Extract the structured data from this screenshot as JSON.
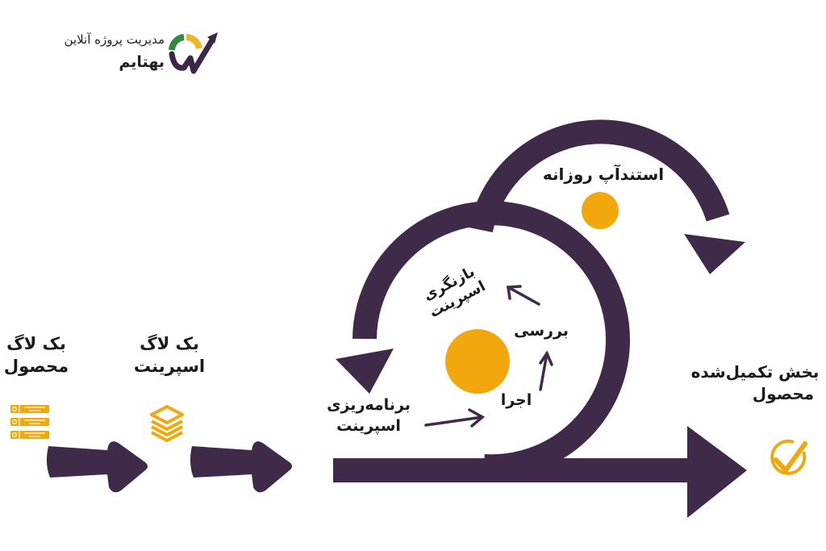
{
  "brand": {
    "subtitle": "مدیریت پروژه آنلاین",
    "name": "بهتایم",
    "logo_colors": {
      "green": "#2e8b3e",
      "yellow": "#f0b429",
      "purple": "#3d2746"
    }
  },
  "colors": {
    "arrow": "#3f2a4a",
    "accent": "#f2a70d",
    "text": "#1a1a1a",
    "background": "#ffffff"
  },
  "stages": {
    "product_backlog": {
      "line1": "بک لاگ",
      "line2": "محصول",
      "icon": "list-icon"
    },
    "sprint_backlog": {
      "line1": "بک لاگ",
      "line2": "اسپرینت",
      "icon": "layers-icon"
    },
    "sprint_planning": {
      "line1": "برنامه‌ریزی",
      "line2": "اسپرینت"
    },
    "execution": {
      "label": "اجرا"
    },
    "review": {
      "label": "بررسی"
    },
    "retrospective": {
      "line1": "بازنگری",
      "line2": "اسپرینت"
    },
    "daily_standup": {
      "label": "استندآپ روزانه"
    },
    "increment": {
      "line1": "بخش تکمیل‌شده",
      "line2": "محصول",
      "icon": "check-circle-icon"
    }
  }
}
